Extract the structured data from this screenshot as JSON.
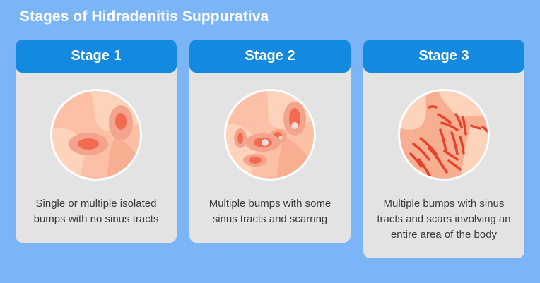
{
  "page": {
    "title": "Stages of Hidradenitis Suppurativa",
    "background_color": "#7CB5F7"
  },
  "colors": {
    "header_blue": "#1389E0",
    "card_body_gray": "#E3E3E3",
    "skin_base": "#FBC0A5",
    "skin_light": "#FDD3BC",
    "skin_mid": "#F7AE91",
    "bump_halo": "#F4A48C",
    "bump_core": "#F26B50",
    "pustule_center": "#F5DDD8",
    "scar_red": "#E8402A",
    "ring_white": "#FFFFFF",
    "caption_text": "#3A3A3A"
  },
  "cards": [
    {
      "header_label": "Stage 1",
      "illustration_name": "skin-stage-1",
      "caption": "Single or multiple isolated bumps with no sinus tracts"
    },
    {
      "header_label": "Stage 2",
      "illustration_name": "skin-stage-2",
      "caption": "Multiple bumps with some sinus tracts and scarring"
    },
    {
      "header_label": "Stage 3",
      "illustration_name": "skin-stage-3",
      "caption": "Multiple bumps with sinus tracts and scars involving an entire area of the body"
    }
  ]
}
